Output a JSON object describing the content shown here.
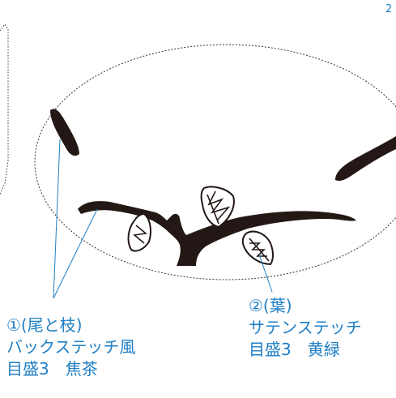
{
  "colors": {
    "annotation": "#1f7fc4",
    "stitch_fill": "#231815",
    "guide": "#333333"
  },
  "corner_mark": "2",
  "annotations": {
    "part1": {
      "line1": "①(尾と枝)",
      "line2": "バックステッチ風",
      "line3": "目盛3　焦茶"
    },
    "part2": {
      "line1": "②(葉)",
      "line2": "サテンステッチ",
      "line3": "目盛3　黄緑"
    }
  }
}
